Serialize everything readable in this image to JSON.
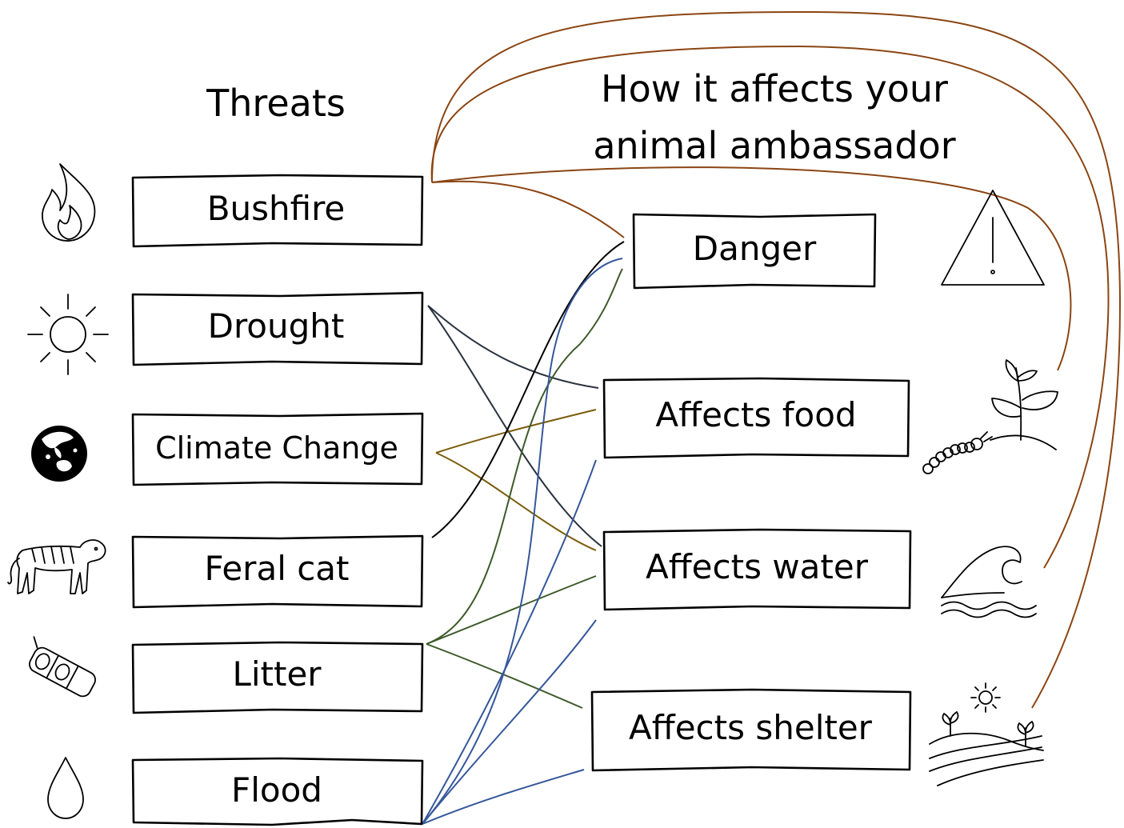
{
  "headings": {
    "threats": "Threats",
    "effects_line1": "How it affects your",
    "effects_line2": "animal ambassador"
  },
  "threats": [
    {
      "label": "Bushfire",
      "icon": "flame-icon"
    },
    {
      "label": "Drought",
      "icon": "sun-icon"
    },
    {
      "label": "Climate Change",
      "icon": "globe-icon"
    },
    {
      "label": "Feral cat",
      "icon": "tiger-icon"
    },
    {
      "label": "Litter",
      "icon": "plastic-rings-icon"
    },
    {
      "label": "Flood",
      "icon": "water-drop-icon"
    }
  ],
  "effects": [
    {
      "label": "Danger",
      "icon": "warning-icon"
    },
    {
      "label": "Affects food",
      "icon": "plant-caterpillar-icon"
    },
    {
      "label": "Affects water",
      "icon": "wave-icon"
    },
    {
      "label": "Affects shelter",
      "icon": "landscape-icon"
    }
  ],
  "connection_colors": {
    "bushfire": "#8B4513",
    "drought": "#2b3340",
    "climate_change": "#7a5c0a",
    "feral_cat": "#000000",
    "litter": "#3e5a2a",
    "flood": "#35579a"
  },
  "connections": [
    {
      "from": "Bushfire",
      "to": "Danger"
    },
    {
      "from": "Bushfire",
      "to": "Affects food"
    },
    {
      "from": "Bushfire",
      "to": "Affects water"
    },
    {
      "from": "Bushfire",
      "to": "Affects shelter"
    },
    {
      "from": "Drought",
      "to": "Affects food"
    },
    {
      "from": "Drought",
      "to": "Affects water"
    },
    {
      "from": "Climate Change",
      "to": "Affects food"
    },
    {
      "from": "Climate Change",
      "to": "Affects water"
    },
    {
      "from": "Feral cat",
      "to": "Danger"
    },
    {
      "from": "Litter",
      "to": "Danger"
    },
    {
      "from": "Litter",
      "to": "Affects water"
    },
    {
      "from": "Litter",
      "to": "Affects shelter"
    },
    {
      "from": "Flood",
      "to": "Danger"
    },
    {
      "from": "Flood",
      "to": "Affects food"
    },
    {
      "from": "Flood",
      "to": "Affects water"
    },
    {
      "from": "Flood",
      "to": "Affects shelter"
    }
  ]
}
